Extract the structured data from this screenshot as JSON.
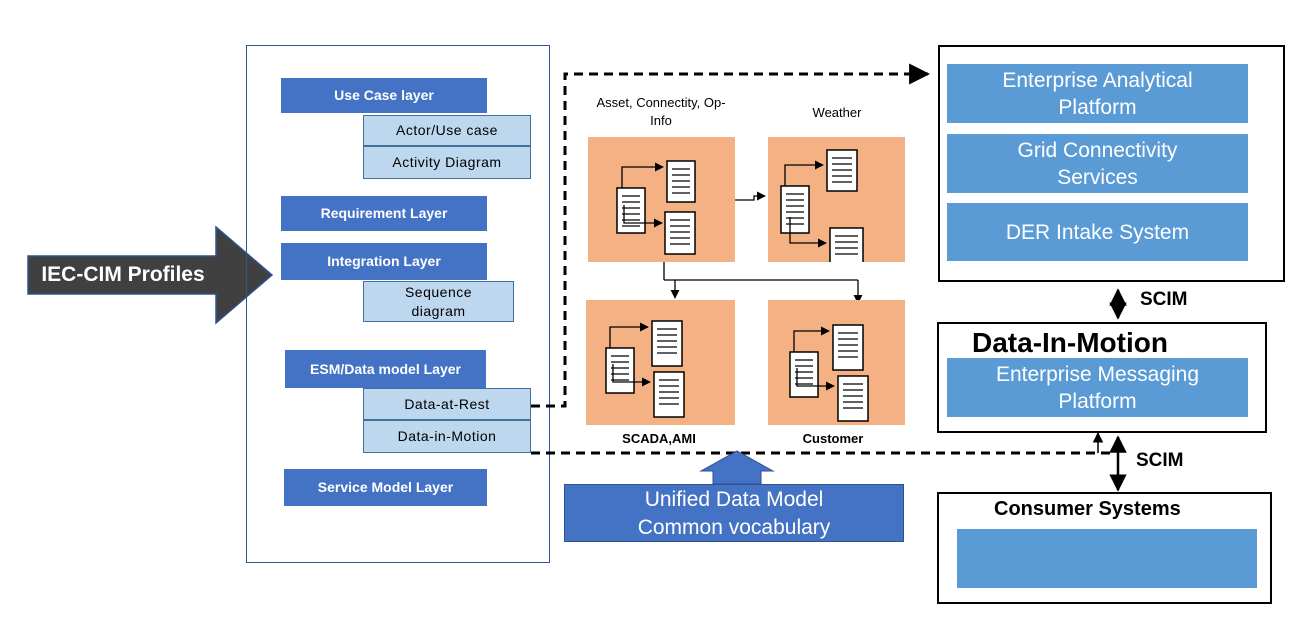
{
  "profile_arrow": {
    "label": "IEC-CIM Profiles"
  },
  "layers": {
    "use_case": "Use Case layer",
    "actor_use_case": "Actor/Use case",
    "activity_diagram": "Activity Diagram",
    "requirement": "Requirement Layer",
    "integration": "Integration Layer",
    "sequence_diagram": "Sequence diagram",
    "esm": "ESM/Data model Layer",
    "data_at_rest": "Data-at-Rest",
    "data_in_motion": "Data-in-Motion",
    "service_model": "Service Model Layer"
  },
  "domains": {
    "asset": "Asset, Connectity, Op-Info",
    "weather": "Weather",
    "scada": "SCADA,AMI",
    "customer": "Customer"
  },
  "unified": {
    "line1": "Unified Data Model",
    "line2": "Common vocabulary"
  },
  "enterprise": {
    "analytical": "Enterprise Analytical Platform",
    "grid": "Grid Connectivity Services",
    "der": "DER Intake System"
  },
  "dim": {
    "title": "Data-In-Motion",
    "messaging": "Enterprise Messaging Platform"
  },
  "consumer": {
    "title": "Consumer Systems"
  },
  "links": {
    "scim_top": "SCIM",
    "scim_bottom": "SCIM"
  },
  "colors": {
    "layer_blue": "#4472c4",
    "sub_blue": "#bdd7ee",
    "service_blue": "#5b9bd5",
    "domain_orange": "#f4b183",
    "arrow_dark": "#404040"
  }
}
